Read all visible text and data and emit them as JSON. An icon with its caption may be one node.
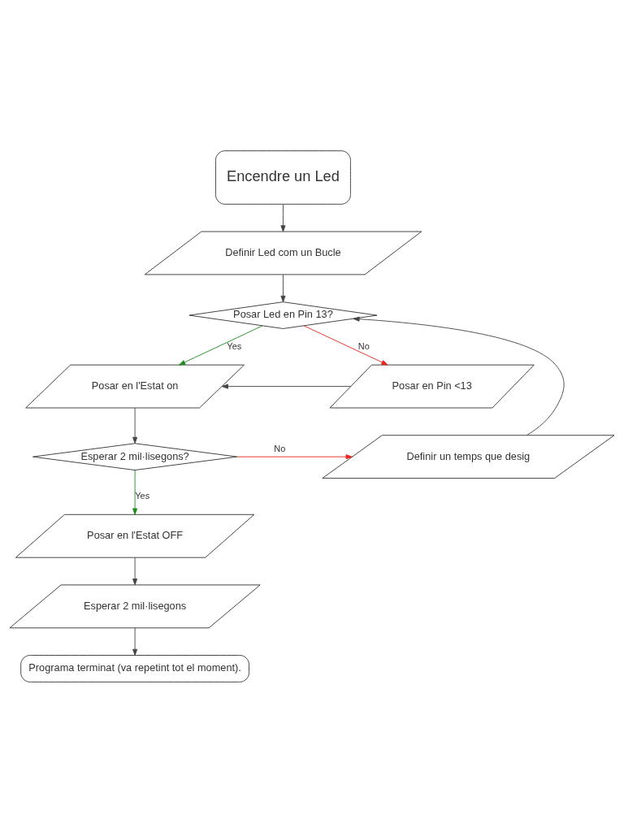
{
  "diagram": {
    "nodes": [
      {
        "text": [
          "Encendre un Led"
        ]
      },
      {
        "text": [
          "Definir Led com un Bucle"
        ]
      },
      {
        "text": [
          "Posar Led en Pin 13?"
        ]
      },
      {
        "text": [
          "Posar en l'Estat on"
        ]
      },
      {
        "text": [
          "Posar en Pin <13"
        ]
      },
      {
        "text": [
          "Esperar 2 mil·lisegons?"
        ]
      },
      {
        "text": [
          "Definir un temps que desig"
        ]
      },
      {
        "text": [
          "Posar en l'Estat OFF"
        ]
      },
      {
        "text": [
          "Esperar 2 mil·lisegons"
        ]
      },
      {
        "text": [
          "Programa terminat (va repetint tot el moment)."
        ]
      }
    ],
    "edges": [
      {
        "from": 0,
        "to": 1,
        "arrow": "to"
      },
      {
        "from": 1,
        "to": 2,
        "arrow": "to"
      },
      {
        "from": 2,
        "to": 3,
        "arrow": "to",
        "label": "Yes",
        "color": "#1a8c1a"
      },
      {
        "from": 2,
        "to": 4,
        "arrow": "to",
        "label": "No",
        "color": "#e8241c"
      },
      {
        "from": 4,
        "to": 3,
        "arrow": "to"
      },
      {
        "from": 3,
        "to": 5,
        "arrow": "to"
      },
      {
        "from": 5,
        "to": 6,
        "arrow": "to",
        "label": "No",
        "color": "#e8241c"
      },
      {
        "from": 6,
        "to": 2,
        "arrow": "to"
      },
      {
        "from": 5,
        "to": 7,
        "arrow": "to",
        "label": "Yes",
        "color": "#1a8c1a"
      },
      {
        "from": 7,
        "to": 8,
        "arrow": "to"
      },
      {
        "from": 8,
        "to": 9,
        "arrow": "to"
      }
    ]
  }
}
